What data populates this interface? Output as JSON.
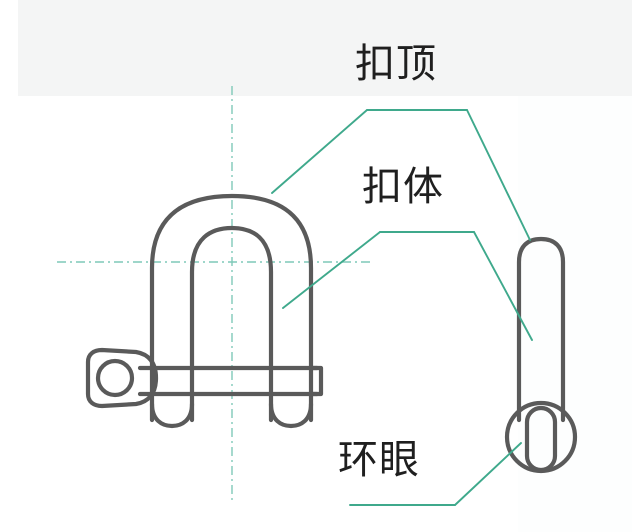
{
  "diagram": {
    "title_alt": "shackle-parts-diagram",
    "background_color": "#f4f5f5",
    "panel_color": "#ffffff",
    "line_color": "#5a5a5a",
    "leader_color": "#3fa98c",
    "centerline_color": "#7fc9b8",
    "label_color": "#1f1f1f"
  },
  "labels": {
    "top": "扣顶",
    "body": "扣体",
    "eye": "环眼"
  },
  "views": {
    "front": {
      "name": "front-view",
      "parts": [
        "bow",
        "pin",
        "pin-head",
        "eye-hole"
      ]
    },
    "side": {
      "name": "side-view",
      "parts": [
        "bow-profile",
        "eye-ring",
        "eye-slot"
      ]
    }
  }
}
